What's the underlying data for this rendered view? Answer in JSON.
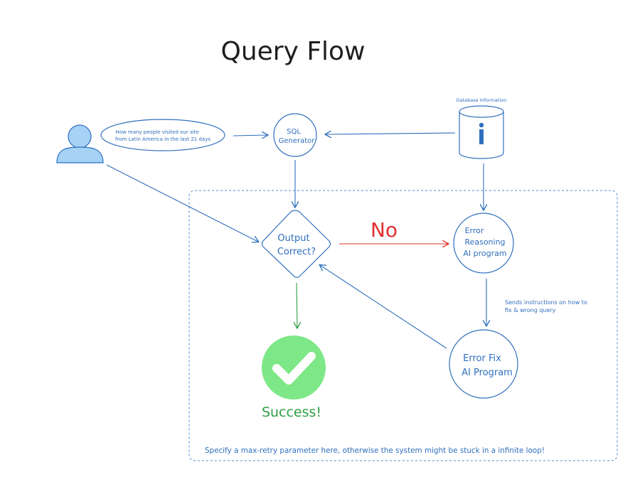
{
  "title": "Query Flow",
  "user_question": {
    "line1": "How many people visited our site",
    "line2": "from Latin America in the last 21 days"
  },
  "sql_generator": {
    "line1": "SQL",
    "line2": "Generator"
  },
  "database": {
    "label": "Database Information",
    "icon": "info-icon"
  },
  "decision": {
    "line1": "Output",
    "line2": "Correct?"
  },
  "no_label": "No",
  "error_reasoning": {
    "line1": "Error",
    "line2": "Reasoning",
    "line3": "AI program"
  },
  "instructions_note": {
    "line1": "Sends instructions on how to",
    "line2": "fix & wrong query"
  },
  "error_fix": {
    "line1": "Error Fix",
    "line2": "AI Program"
  },
  "success": {
    "label": "Success!",
    "icon": "check-icon"
  },
  "retry_note": "Specify a max-retry parameter here, otherwise the system might be stuck in a infinite loop!",
  "colors": {
    "stroke": "#2f6fbd",
    "fill_light": "#a5d2f5",
    "no_red": "#e03131",
    "success_green": "#2f9e44",
    "check_bg": "#7ee787",
    "title": "#1e1e1e"
  }
}
